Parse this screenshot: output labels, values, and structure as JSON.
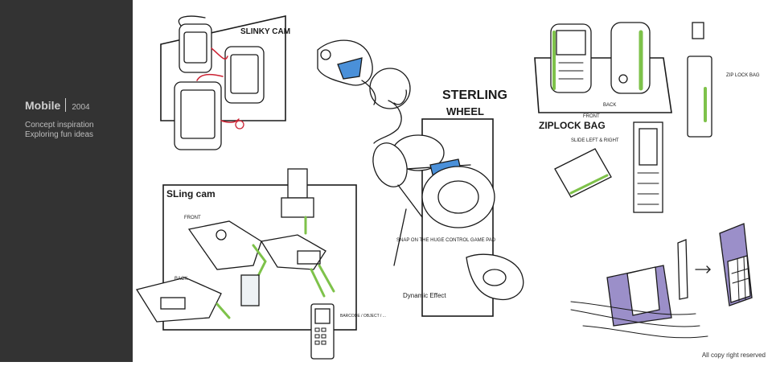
{
  "sidebar": {
    "title": "Mobile",
    "year": "2004",
    "line1": "Concept inspiration",
    "line2": "Exploring fun ideas"
  },
  "sketches": {
    "slinky_cam": "SLINKY CAM",
    "sling_cam": "SLing cam",
    "sling_front": "FRONT",
    "sling_back": "BACK",
    "sling_note": "BARCODE / OBJECT / ...",
    "sterling_line1": "STERLING",
    "sterling_line2": "WHEEL",
    "snap_note": "SNAP ON THE HUGE CONTROL GAME PAD",
    "dynamic_note": "Dynamic Effect",
    "ziplock_title": "ZIPLOCK BAG",
    "ziplock_front": "FRONT",
    "ziplock_back": "BACK",
    "ziplock_side": "ZIP LOCK BAG",
    "ziplock_slide": "SLIDE LEFT & RIGHT"
  },
  "footer": {
    "copyright": "All copy right reserved"
  },
  "colors": {
    "sidebar_bg": "#333333",
    "accent_green": "#7ec24a",
    "accent_blue": "#4a90d9",
    "accent_purple": "#9b8fc9",
    "ink": "#1a1a1a"
  }
}
